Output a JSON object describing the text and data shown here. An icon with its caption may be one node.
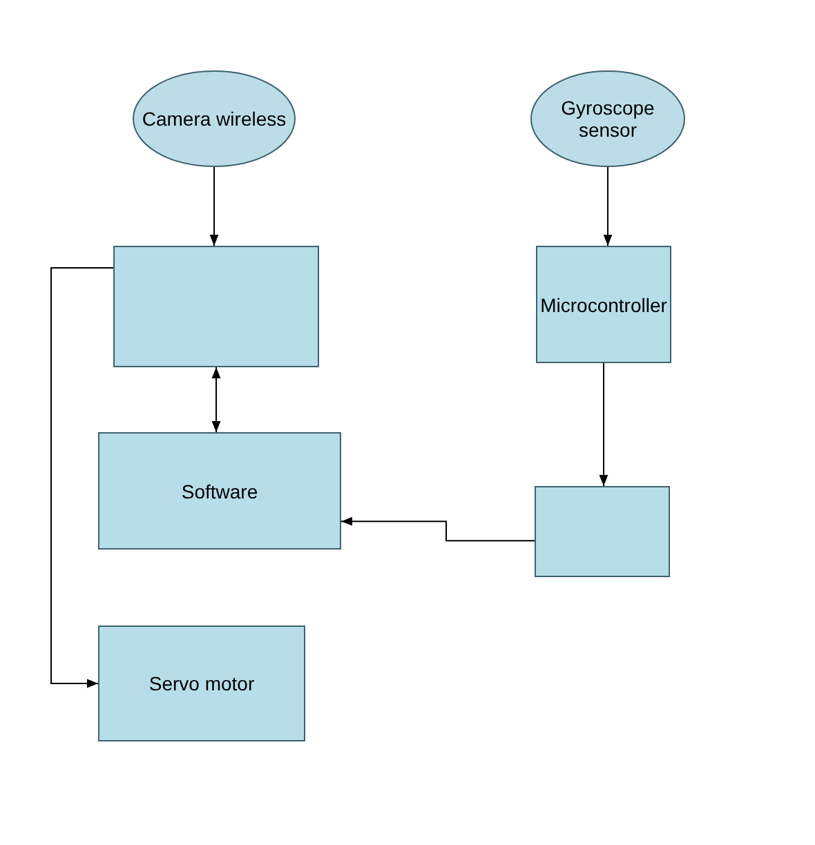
{
  "diagram": {
    "nodes": [
      {
        "text": [
          "Camera wireless"
        ]
      },
      {
        "text": [
          "Gyroscope sensor"
        ]
      },
      {
        "text": [],
        "shape": "box"
      },
      {
        "text": [
          "Microcontroller"
        ]
      },
      {
        "text": [
          "Software"
        ]
      },
      {
        "text": [],
        "shape": "box"
      },
      {
        "text": [
          "Servo motor"
        ]
      }
    ],
    "edges": [
      {
        "from": 0,
        "to": 2,
        "arrow": "to"
      },
      {
        "from": 1,
        "to": 3,
        "arrow": "to"
      },
      {
        "from": 2,
        "to": 4,
        "arrow": "both"
      },
      {
        "from": 3,
        "to": 5,
        "arrow": "to"
      },
      {
        "from": 5,
        "to": 4,
        "arrow": "to"
      },
      {
        "from": 2,
        "to": 6,
        "arrow": "to"
      }
    ]
  }
}
